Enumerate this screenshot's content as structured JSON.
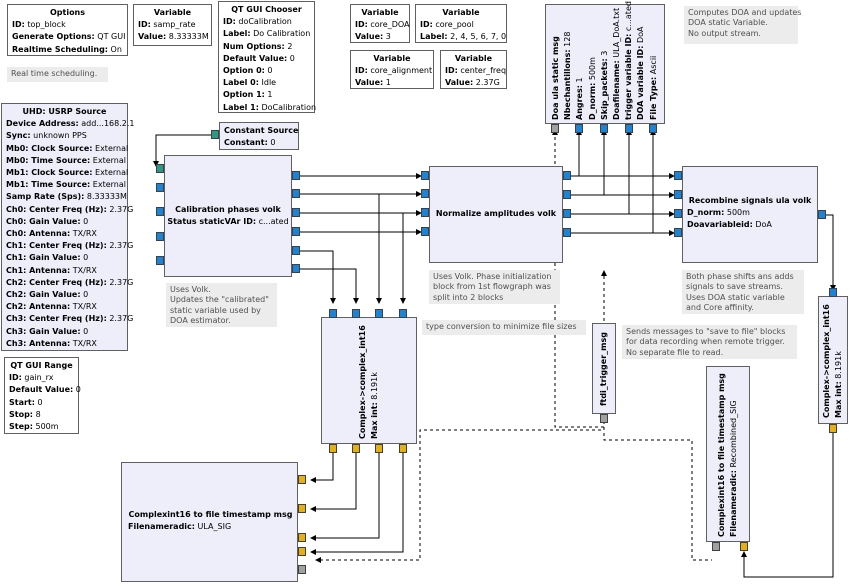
{
  "options": {
    "title": "Options",
    "id_label": "ID:",
    "id": "top_block",
    "gen_label": "Generate Options:",
    "gen": "QT GUI",
    "rt_label": "Realtime Scheduling:",
    "rt": "On"
  },
  "var_samp_rate": {
    "title": "Variable",
    "id_label": "ID:",
    "id": "samp_rate",
    "value_label": "Value:",
    "value": "8.33333M"
  },
  "chooser": {
    "title": "QT GUI Chooser",
    "id_label": "ID:",
    "id": "doCalibration",
    "label_label": "Label:",
    "label": "Do Calibration",
    "num_label": "Num Options:",
    "num": "2",
    "default_label": "Default Value:",
    "default": "0",
    "opt0_label": "Option 0:",
    "opt0": "0",
    "lab0_label": "Label 0:",
    "lab0": "Idle",
    "opt1_label": "Option 1:",
    "opt1": "1",
    "lab1_label": "Label 1:",
    "lab1": "DoCalibration"
  },
  "var_core_doa": {
    "title": "Variable",
    "id_label": "ID:",
    "id": "core_DOA",
    "value_label": "Value:",
    "value": "3"
  },
  "var_core_pool": {
    "title": "Variable",
    "id_label": "ID:",
    "id": "core_pool",
    "label_label": "Label:",
    "label": "2, 4, 5, 6, 7, 0"
  },
  "var_core_align": {
    "title": "Variable",
    "id_label": "ID:",
    "id": "core_alignment",
    "value_label": "Value:",
    "value": "1"
  },
  "var_center_freq": {
    "title": "Variable",
    "id_label": "ID:",
    "id": "center_freq",
    "value_label": "Value:",
    "value": "2.37G"
  },
  "doa_block": {
    "title": "Doa ula static msg",
    "rows": [
      [
        "Nbechantillons:",
        "128"
      ],
      [
        "Angres:",
        "1"
      ],
      [
        "D_norm:",
        "500m"
      ],
      [
        "Skip_packets:",
        "3"
      ],
      [
        "Doafilename:",
        "ULA_DoA.txt"
      ],
      [
        "trigger variable ID:",
        "c...ated"
      ],
      [
        "DOA variable ID:",
        "DoA"
      ],
      [
        "File Type:",
        "Ascii"
      ]
    ]
  },
  "note_doa": "Computes DOA and updates\nDOA static Variable.\nNo output stream.",
  "note_realtime": "Real time scheduling.",
  "usrp": {
    "title": "UHD: USRP Source",
    "rows": [
      [
        "Device Address:",
        "add...168.2.1"
      ],
      [
        "Sync:",
        "unknown PPS"
      ],
      [
        "Mb0: Clock Source:",
        "External"
      ],
      [
        "Mb0: Time Source:",
        "External"
      ],
      [
        "Mb1: Clock Source:",
        "External"
      ],
      [
        "Mb1: Time Source:",
        "External"
      ],
      [
        "Samp Rate (Sps):",
        "8.33333M"
      ],
      [
        "Ch0: Center Freq (Hz):",
        "2.37G"
      ],
      [
        "Ch0: Gain Value:",
        "0"
      ],
      [
        "Ch0: Antenna:",
        "TX/RX"
      ],
      [
        "Ch1: Center Freq (Hz):",
        "2.37G"
      ],
      [
        "Ch1: Gain Value:",
        "0"
      ],
      [
        "Ch1: Antenna:",
        "TX/RX"
      ],
      [
        "Ch2: Center Freq (Hz):",
        "2.37G"
      ],
      [
        "Ch2: Gain Value:",
        "0"
      ],
      [
        "Ch2: Antenna:",
        "TX/RX"
      ],
      [
        "Ch3: Center Freq (Hz):",
        "2.37G"
      ],
      [
        "Ch3: Gain Value:",
        "0"
      ],
      [
        "Ch3: Antenna:",
        "TX/RX"
      ]
    ]
  },
  "const_src": {
    "title": "Constant Source",
    "const_label": "Constant:",
    "const": "0"
  },
  "calib": {
    "title": "Calibration phases volk",
    "status_label": "Status staticVAr ID:",
    "status": "c...ated"
  },
  "note_calib": "Uses Volk.\nUpdates the \"calibrated\"\nstatic variable used by\nDOA estimator.",
  "normalize": {
    "title": "Normalize amplitudes volk"
  },
  "note_normalize": "Uses Volk. Phase initialization\nblock from 1st flowgraph was\nsplit into 2 blocks",
  "recombine": {
    "title": "Recombine signals ula volk",
    "dnorm_label": "D_norm:",
    "dnorm": "500m",
    "doavar_label": "Doavariableid:",
    "doavar": "DoA"
  },
  "note_recombine": "Both phase shifts ans adds\nsignals to save streams.\nUses DOA static variable\nand Core affinity.",
  "note_typeconv": "type conversion to minimize file sizes",
  "c2c_a": {
    "title": "Complex->complex_int16",
    "maxint_label": "Max int:",
    "maxint": "8.191k"
  },
  "c2c_b": {
    "title": "Complex->complex_int16",
    "maxint_label": "Max int:",
    "maxint": "8.191k"
  },
  "ftdi": {
    "title": "ftdi_trigger_msg"
  },
  "note_ftdi": "Sends messages to \"save to file\" blocks\nfor data recording when remote trigger.\nNo separate file to read.",
  "range": {
    "title": "QT GUI Range",
    "id_label": "ID:",
    "id": "gain_rx",
    "default_label": "Default Value:",
    "default": "0",
    "start_label": "Start:",
    "start": "0",
    "stop_label": "Stop:",
    "stop": "8",
    "step_label": "Step:",
    "step": "500m"
  },
  "sink_a": {
    "title": "Complexint16 to file timestamp msg",
    "fname_label": "Filenameradic:",
    "fname": "ULA_SIG"
  },
  "sink_b": {
    "title": "Complexint16 to file timestamp msg",
    "fname_label": "Filenameradic:",
    "fname": "Recombined_SIG"
  },
  "colors": {
    "block_bg": "#eeeefa",
    "port_complex": "#1a84d8",
    "port_int16": "#e6b012",
    "port_float": "#2a9a84",
    "port_msg": "#a0a0a0",
    "note_bg": "#ececec"
  }
}
